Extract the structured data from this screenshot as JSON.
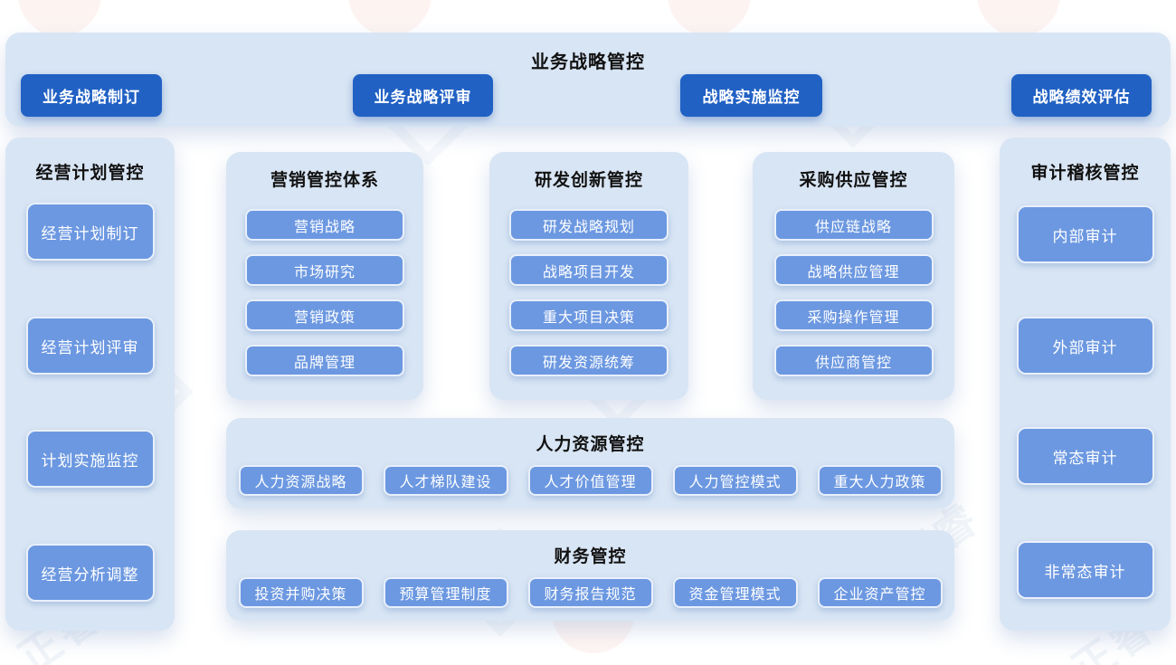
{
  "colors": {
    "page_background": "#ffffff",
    "panel_background": "#d8e5f4",
    "primary_button": "#2161c4",
    "item_button": "#6c98e1",
    "button_text": "#ffffff",
    "title_text": "#111111"
  },
  "top_banner": {
    "title": "业务战略管控",
    "buttons": [
      "业务战略制订",
      "业务战略评审",
      "战略实施监控",
      "战略绩效评估"
    ]
  },
  "left_panel": {
    "title": "经营计划管控",
    "items": [
      "经营计划制订",
      "经营计划评审",
      "计划实施监控",
      "经营分析调整"
    ]
  },
  "middle_panels": [
    {
      "title": "营销管控体系",
      "items": [
        "营销战略",
        "市场研究",
        "营销政策",
        "品牌管理"
      ]
    },
    {
      "title": "研发创新管控",
      "items": [
        "研发战略规划",
        "战略项目开发",
        "重大项目决策",
        "研发资源统筹"
      ]
    },
    {
      "title": "采购供应管控",
      "items": [
        "供应链战略",
        "战略供应管理",
        "采购操作管理",
        "供应商管控"
      ]
    }
  ],
  "hr_panel": {
    "title": "人力资源管控",
    "items": [
      "人力资源战略",
      "人才梯队建设",
      "人才价值管理",
      "人力管控模式",
      "重大人力政策"
    ]
  },
  "finance_panel": {
    "title": "财务管控",
    "items": [
      "投资并购决策",
      "预算管理制度",
      "财务报告规范",
      "资金管理模式",
      "企业资产管控"
    ]
  },
  "right_panel": {
    "title": "审计稽核管控",
    "items": [
      "内部审计",
      "外部审计",
      "常态审计",
      "非常态审计"
    ]
  },
  "watermark": {
    "text": "正睿"
  }
}
